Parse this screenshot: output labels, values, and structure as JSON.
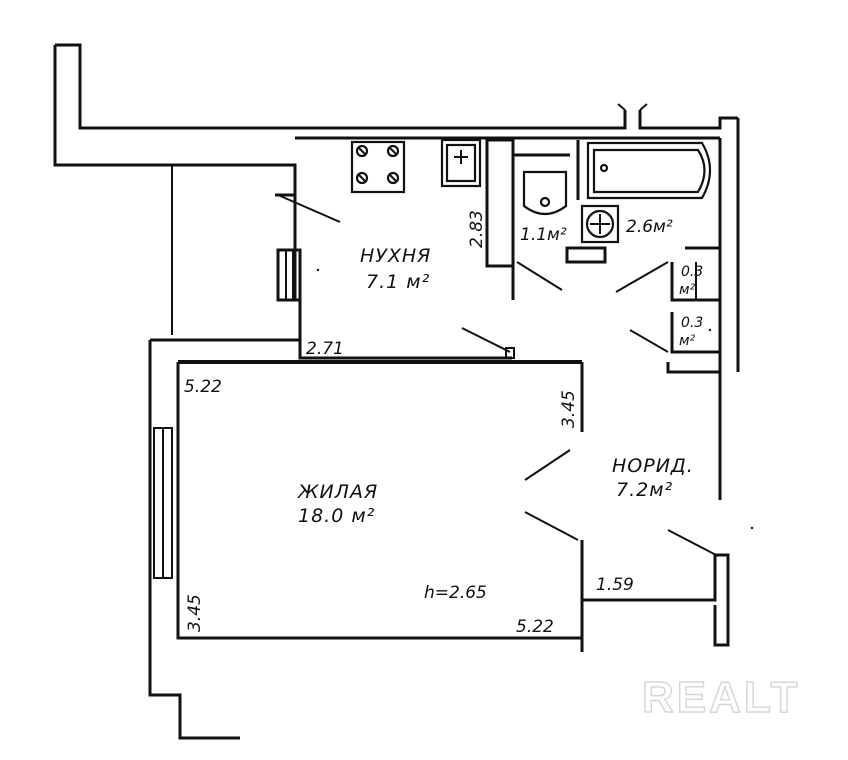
{
  "rooms": {
    "kitchen": {
      "name": "НУХНЯ",
      "area": "7.1 м²"
    },
    "living": {
      "name": "ЖИЛАЯ",
      "area": "18.0 м²"
    },
    "corridor": {
      "name": "НОРИД.",
      "area": "7.2м²"
    },
    "bath": {
      "area": "2.6м²"
    },
    "wc": {
      "area": "1.1м²"
    },
    "closet_1": {
      "area_top": "0.3",
      "area_bottom": "м²"
    },
    "closet_2": {
      "area_top": "0.3",
      "area_bottom": "м²"
    }
  },
  "dimensions": {
    "kitchen_height": "2.83",
    "kitchen_width": "2.71",
    "living_top": "5.22",
    "living_bottom": "5.22",
    "living_right": "3.45",
    "living_left": "3.45",
    "corridor_width": "1.59",
    "ceiling_height": "h=2.65"
  },
  "watermark": "REALT"
}
